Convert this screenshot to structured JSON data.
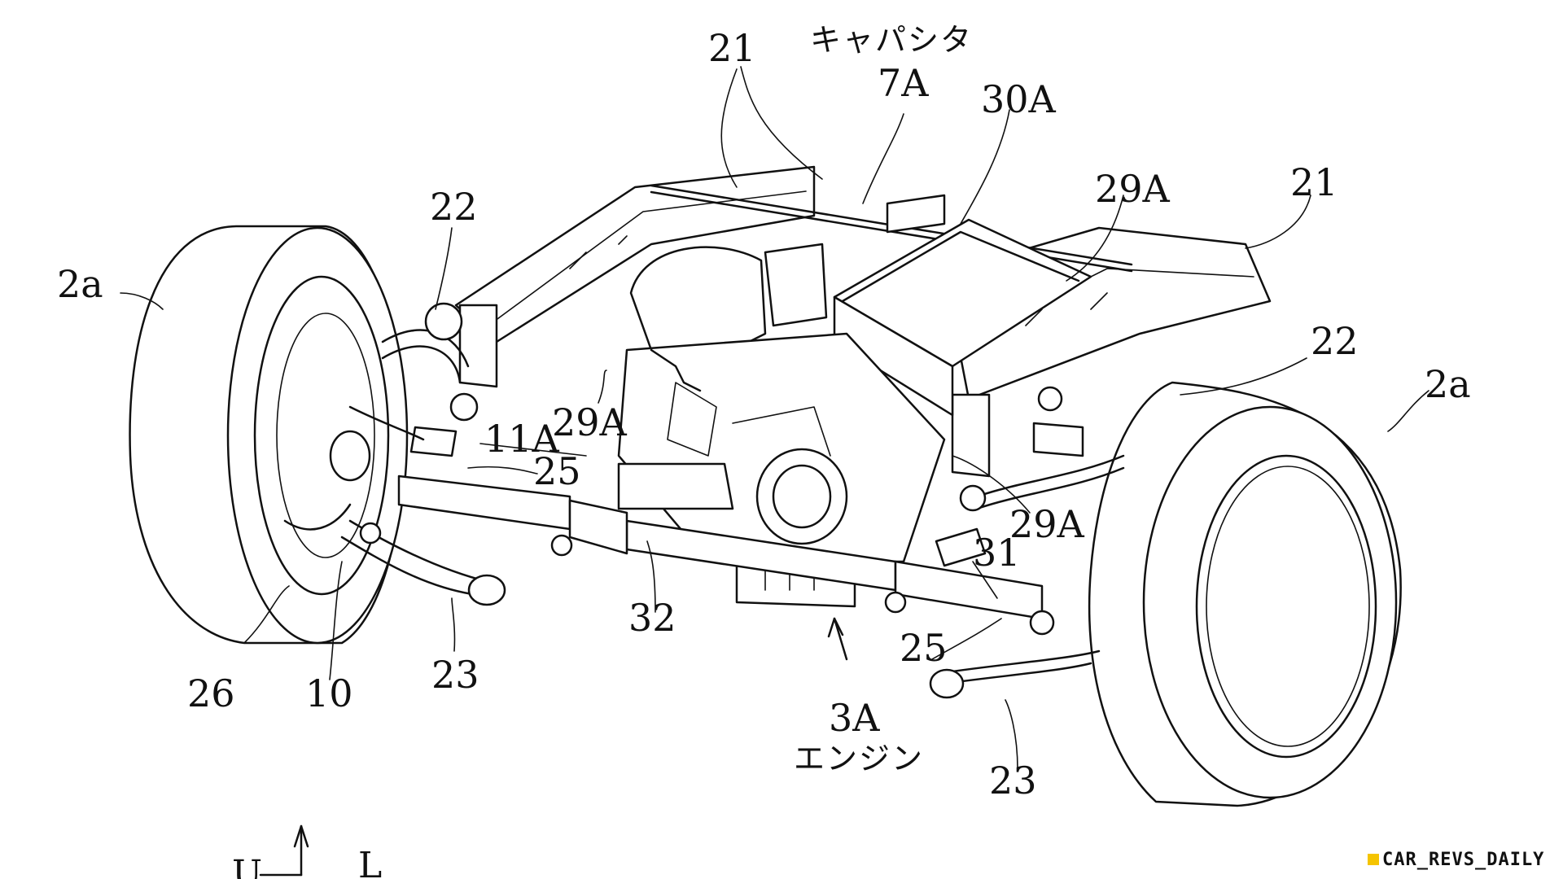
{
  "diagram": {
    "labels": {
      "capacitor_jp": "キャパシタ",
      "capacitor_ref": "7A",
      "ref_21_left": "21",
      "ref_21_right": "21",
      "ref_30A": "30A",
      "ref_29A_top": "29A",
      "ref_29A_mid": "29A",
      "ref_29A_right": "29A",
      "ref_22_left": "22",
      "ref_22_right": "22",
      "ref_2a_left": "2a",
      "ref_2a_right": "2a",
      "ref_11A": "11A",
      "ref_25_left": "25",
      "ref_25_right": "25",
      "ref_31": "31",
      "ref_32": "32",
      "ref_26": "26",
      "ref_10": "10",
      "ref_23_left": "23",
      "ref_23_right": "23",
      "engine_ref": "3A",
      "engine_jp": "エンジン"
    },
    "axes": {
      "up": "U",
      "left": "L"
    },
    "watermark": "CAR_REVS_DAILY",
    "watermark_accent": "#f5c400"
  }
}
